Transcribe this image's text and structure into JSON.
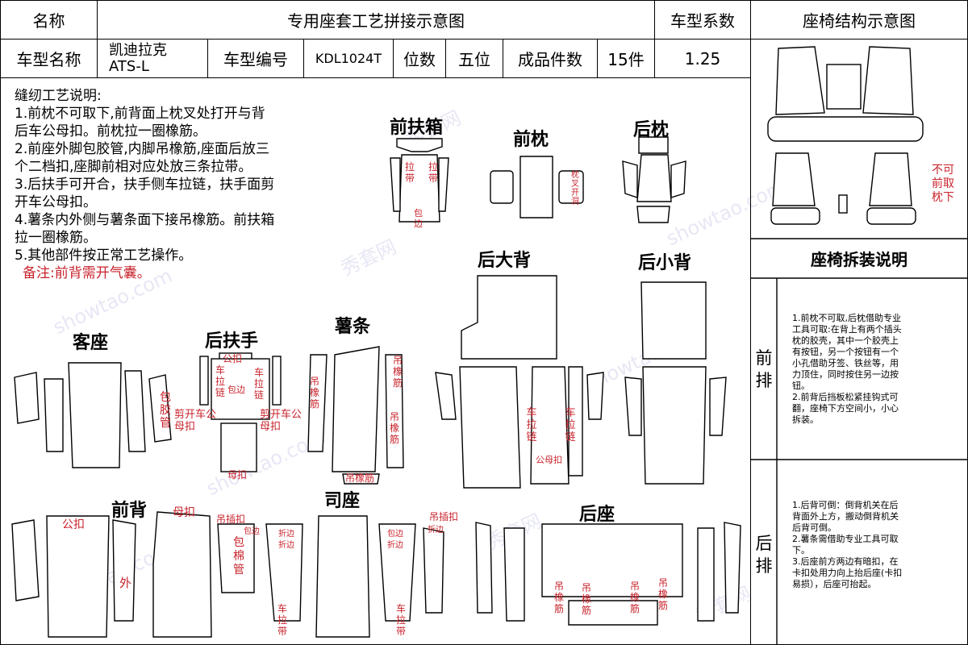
{
  "header": {
    "name_label": "名称",
    "title": "专用座套工艺拼接示意图",
    "coef_label": "车型系数",
    "structure_label": "座椅结构示意图"
  },
  "info": {
    "model_name_label": "车型名称",
    "model_name": [
      "凯迪拉克",
      "ATS-L"
    ],
    "model_code_label": "车型编号",
    "model_code": "KDL1024T",
    "seats_label": "位数",
    "seats": "五位",
    "pieces_label": "成品件数",
    "pieces": "15件",
    "coef": "1.25"
  },
  "notes": {
    "heading": "缝纫工艺说明:",
    "lines": [
      "1.前枕不可取下,前背面上枕叉处打开与背",
      "后车公母扣。前枕拉一圈橡筋。",
      "2.前座外脚包胶管,内脚吊橡筋,座面后放三",
      "个二档扣,座脚前相对应处放三条拉带。",
      "3.后扶手可开合，扶手侧车拉链，扶手面剪",
      "开车公母扣。",
      "4.薯条内外侧与薯条面下接吊橡筋。前扶箱",
      "拉一圈橡筋。",
      "5.其他部件按正常工艺操作。"
    ],
    "remark": "备注:前背需开气囊。"
  },
  "parts": {
    "front_box": "前扶箱",
    "front_pillow": "前枕",
    "rear_pillow": "后枕",
    "rear_big_back": "后大背",
    "rear_small_back": "后小背",
    "passenger_seat": "客座",
    "rear_armrest": "后扶手",
    "fries": "薯条",
    "front_back": "前背",
    "driver_seat": "司座",
    "rear_seat": "后座"
  },
  "annotations": {
    "pull_band": "拉带",
    "pull_band_b": "拉带",
    "box_edge": "包边",
    "pillow_open": "枕叉开洞",
    "wrap_pipe": "包胶管",
    "cut_open": "剪开车公母扣",
    "cut_open_b": "剪开车公母扣",
    "male_buckle": "公扣",
    "male_buckle_b": "公扣",
    "female_buckle": "母扣",
    "female_buckle_b": "母扣",
    "female_buckle_c": "母扣",
    "car_zipper": "车拉链",
    "car_zipper_b": "车拉链",
    "car_zipper_c": "车拉链",
    "car_zipper_d": "车拉链",
    "wrap_edge": "包边",
    "elastic": "吊橡筋",
    "elastic_b": "吊橡筋",
    "elastic_c": "吊橡筋",
    "elastic_bottom": "吊橡筋",
    "male_female": "公母扣",
    "hang_buckle": "吊插扣",
    "hang_buckle_b": "吊插扣",
    "fold_edge": "折边",
    "fold_edge_b": "折边",
    "fold_edge_c": "折边",
    "fold_edge_d": "折边",
    "wrap_edge_b": "包边",
    "wrap_edge_c": "包边",
    "wrap_pipe_b": "包棉管",
    "outer": "外",
    "band": "车拉带",
    "band_b": "车拉带",
    "rear_elastic": [
      "吊橡筋",
      "吊橡筋",
      "吊橡筋",
      "吊橡筋"
    ],
    "no_remove_pillow": "不可前取枕下"
  },
  "side": {
    "disassembly_title": "座椅拆装说明",
    "front_label": "前排",
    "front_text": [
      "1.前枕不可取,后枕借助专业",
      "工具可取:在背上有两个插头",
      "枕的胶壳，其中一个胶壳上",
      "有按钮，另一个按钮有一个",
      "小孔借助牙签、铁丝等，用",
      "力顶住，同时按住另一边按",
      "钮。",
      "2.前背后挡板松紧挂钩式可",
      "翻，座椅下方空间小，小心",
      "拆装。"
    ],
    "rear_label": "后排",
    "rear_text": [
      "1.后背可倒：倒背机关在后",
      "背面外上方，搬动倒背机关",
      "后背可倒。",
      "2.薯条需借助专业工具可取",
      "下。",
      "3.后座前方两边有暗扣，在",
      "卡扣处用力向上抬后座(卡扣",
      "易损），后座可抬起。"
    ]
  },
  "watermark": [
    "秀套网",
    "showtao.com"
  ],
  "colors": {
    "accent_red": "#c8232c",
    "line": "#000000"
  }
}
